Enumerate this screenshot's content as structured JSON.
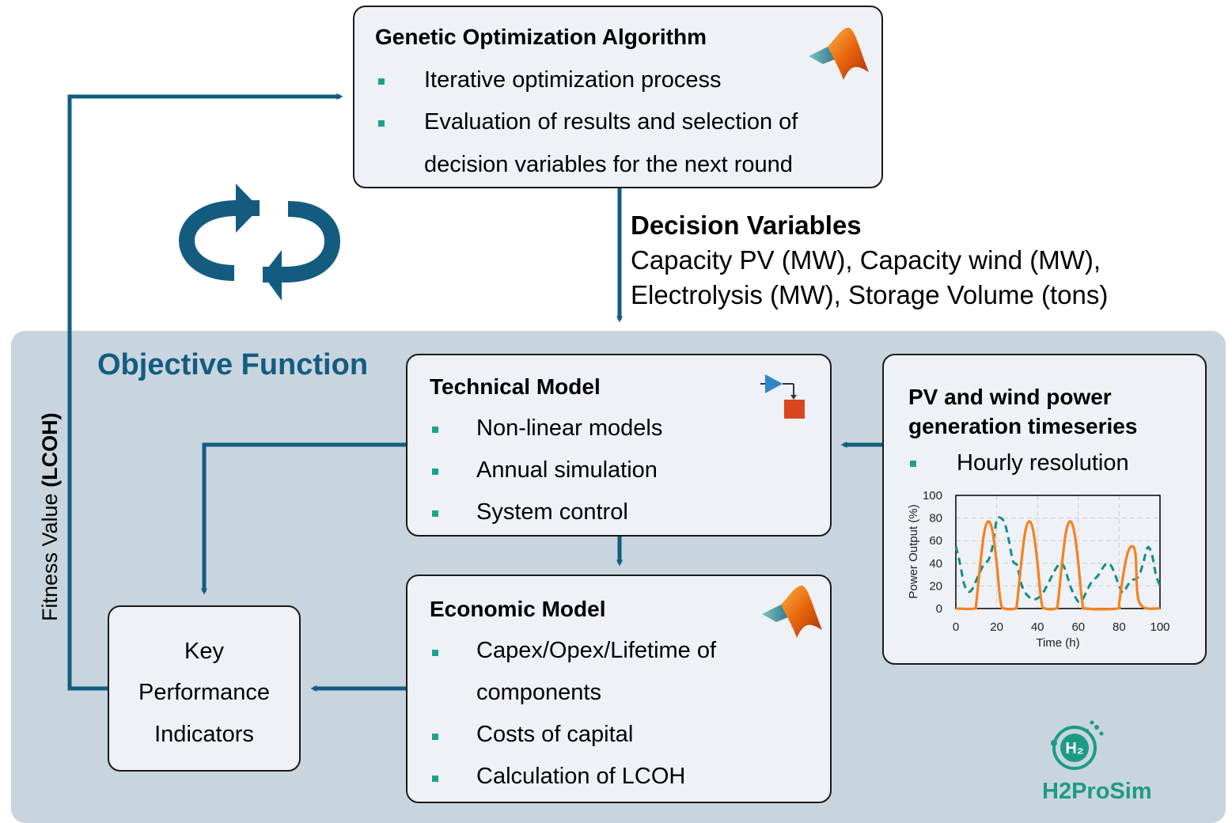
{
  "genetic": {
    "title": "Genetic Optimization Algorithm",
    "bullets": [
      "Iterative optimization process",
      "Evaluation of results and selection of",
      "decision variables for the next round"
    ],
    "icon": "matlab-icon"
  },
  "decision_variables": {
    "title": "Decision Variables",
    "line1": "Capacity PV (MW), Capacity wind (MW),",
    "line2": "Electrolysis (MW), Storage Volume (tons)"
  },
  "objective_function": {
    "title": "Objective Function"
  },
  "fitness": {
    "prefix": "Fitness Value ",
    "bold": "(LCOH)"
  },
  "technical_model": {
    "title": "Technical Model",
    "bullets": [
      "Non-linear models",
      "Annual simulation",
      "System control"
    ],
    "icon": "simulink-icon"
  },
  "economic_model": {
    "title": "Economic Model",
    "bullets": [
      "Capex/Opex/Lifetime of",
      "components",
      "Costs of capital",
      "Calculation of LCOH"
    ],
    "icon": "matlab-icon"
  },
  "kpi": {
    "lines": [
      "Key",
      "Performance",
      "Indicators"
    ]
  },
  "timeseries": {
    "title_line1": "PV and wind power",
    "title_line2": "generation timeseries",
    "bullet": "Hourly resolution"
  },
  "logo": {
    "badge": "H₂",
    "text": "H2ProSim"
  },
  "colors": {
    "arrow": "#135c80",
    "panel": "#c8d5de",
    "bullet": "#1aa38a",
    "pv": "#f58220",
    "wind": "#148c8c"
  },
  "chart_data": {
    "type": "line",
    "xlabel": "Time (h)",
    "ylabel": "Power Output (%)",
    "xlim": [
      0,
      100
    ],
    "ylim": [
      0,
      100
    ],
    "xticks": [
      0,
      20,
      40,
      60,
      80,
      100
    ],
    "yticks": [
      0,
      20,
      40,
      60,
      80,
      100
    ],
    "grid": true,
    "series": [
      {
        "style": "solid",
        "color": "#f58220",
        "x": [
          0,
          9,
          10,
          12,
          14,
          16,
          18,
          20,
          22,
          24,
          29,
          30,
          32,
          34,
          36,
          38,
          40,
          42,
          44,
          49,
          50,
          52,
          54,
          56,
          58,
          60,
          62,
          64,
          79,
          80,
          82,
          84,
          86,
          88,
          90,
          100
        ],
        "y": [
          0,
          0,
          5,
          40,
          68,
          77,
          68,
          40,
          5,
          0,
          0,
          5,
          40,
          68,
          77,
          68,
          40,
          5,
          0,
          0,
          5,
          40,
          68,
          77,
          68,
          40,
          5,
          0,
          0,
          5,
          30,
          48,
          55,
          48,
          5,
          0
        ]
      },
      {
        "style": "dashed",
        "color": "#148c8c",
        "x": [
          0,
          2,
          4,
          6,
          8,
          10,
          12,
          14,
          16,
          18,
          20,
          22,
          24,
          26,
          28,
          30,
          32,
          34,
          36,
          38,
          40,
          42,
          44,
          46,
          48,
          50,
          52,
          54,
          56,
          58,
          60,
          62,
          64,
          66,
          68,
          70,
          72,
          74,
          76,
          78,
          80,
          82,
          84,
          86,
          88,
          90,
          92,
          94,
          96,
          98,
          100
        ],
        "y": [
          55,
          40,
          22,
          15,
          17,
          25,
          33,
          40,
          43,
          55,
          78,
          80,
          75,
          60,
          42,
          38,
          22,
          14,
          10,
          8,
          9,
          12,
          18,
          25,
          32,
          38,
          40,
          32,
          20,
          12,
          6,
          8,
          15,
          22,
          26,
          30,
          36,
          40,
          38,
          30,
          20,
          14,
          20,
          25,
          26,
          30,
          42,
          54,
          48,
          30,
          20
        ]
      }
    ]
  }
}
